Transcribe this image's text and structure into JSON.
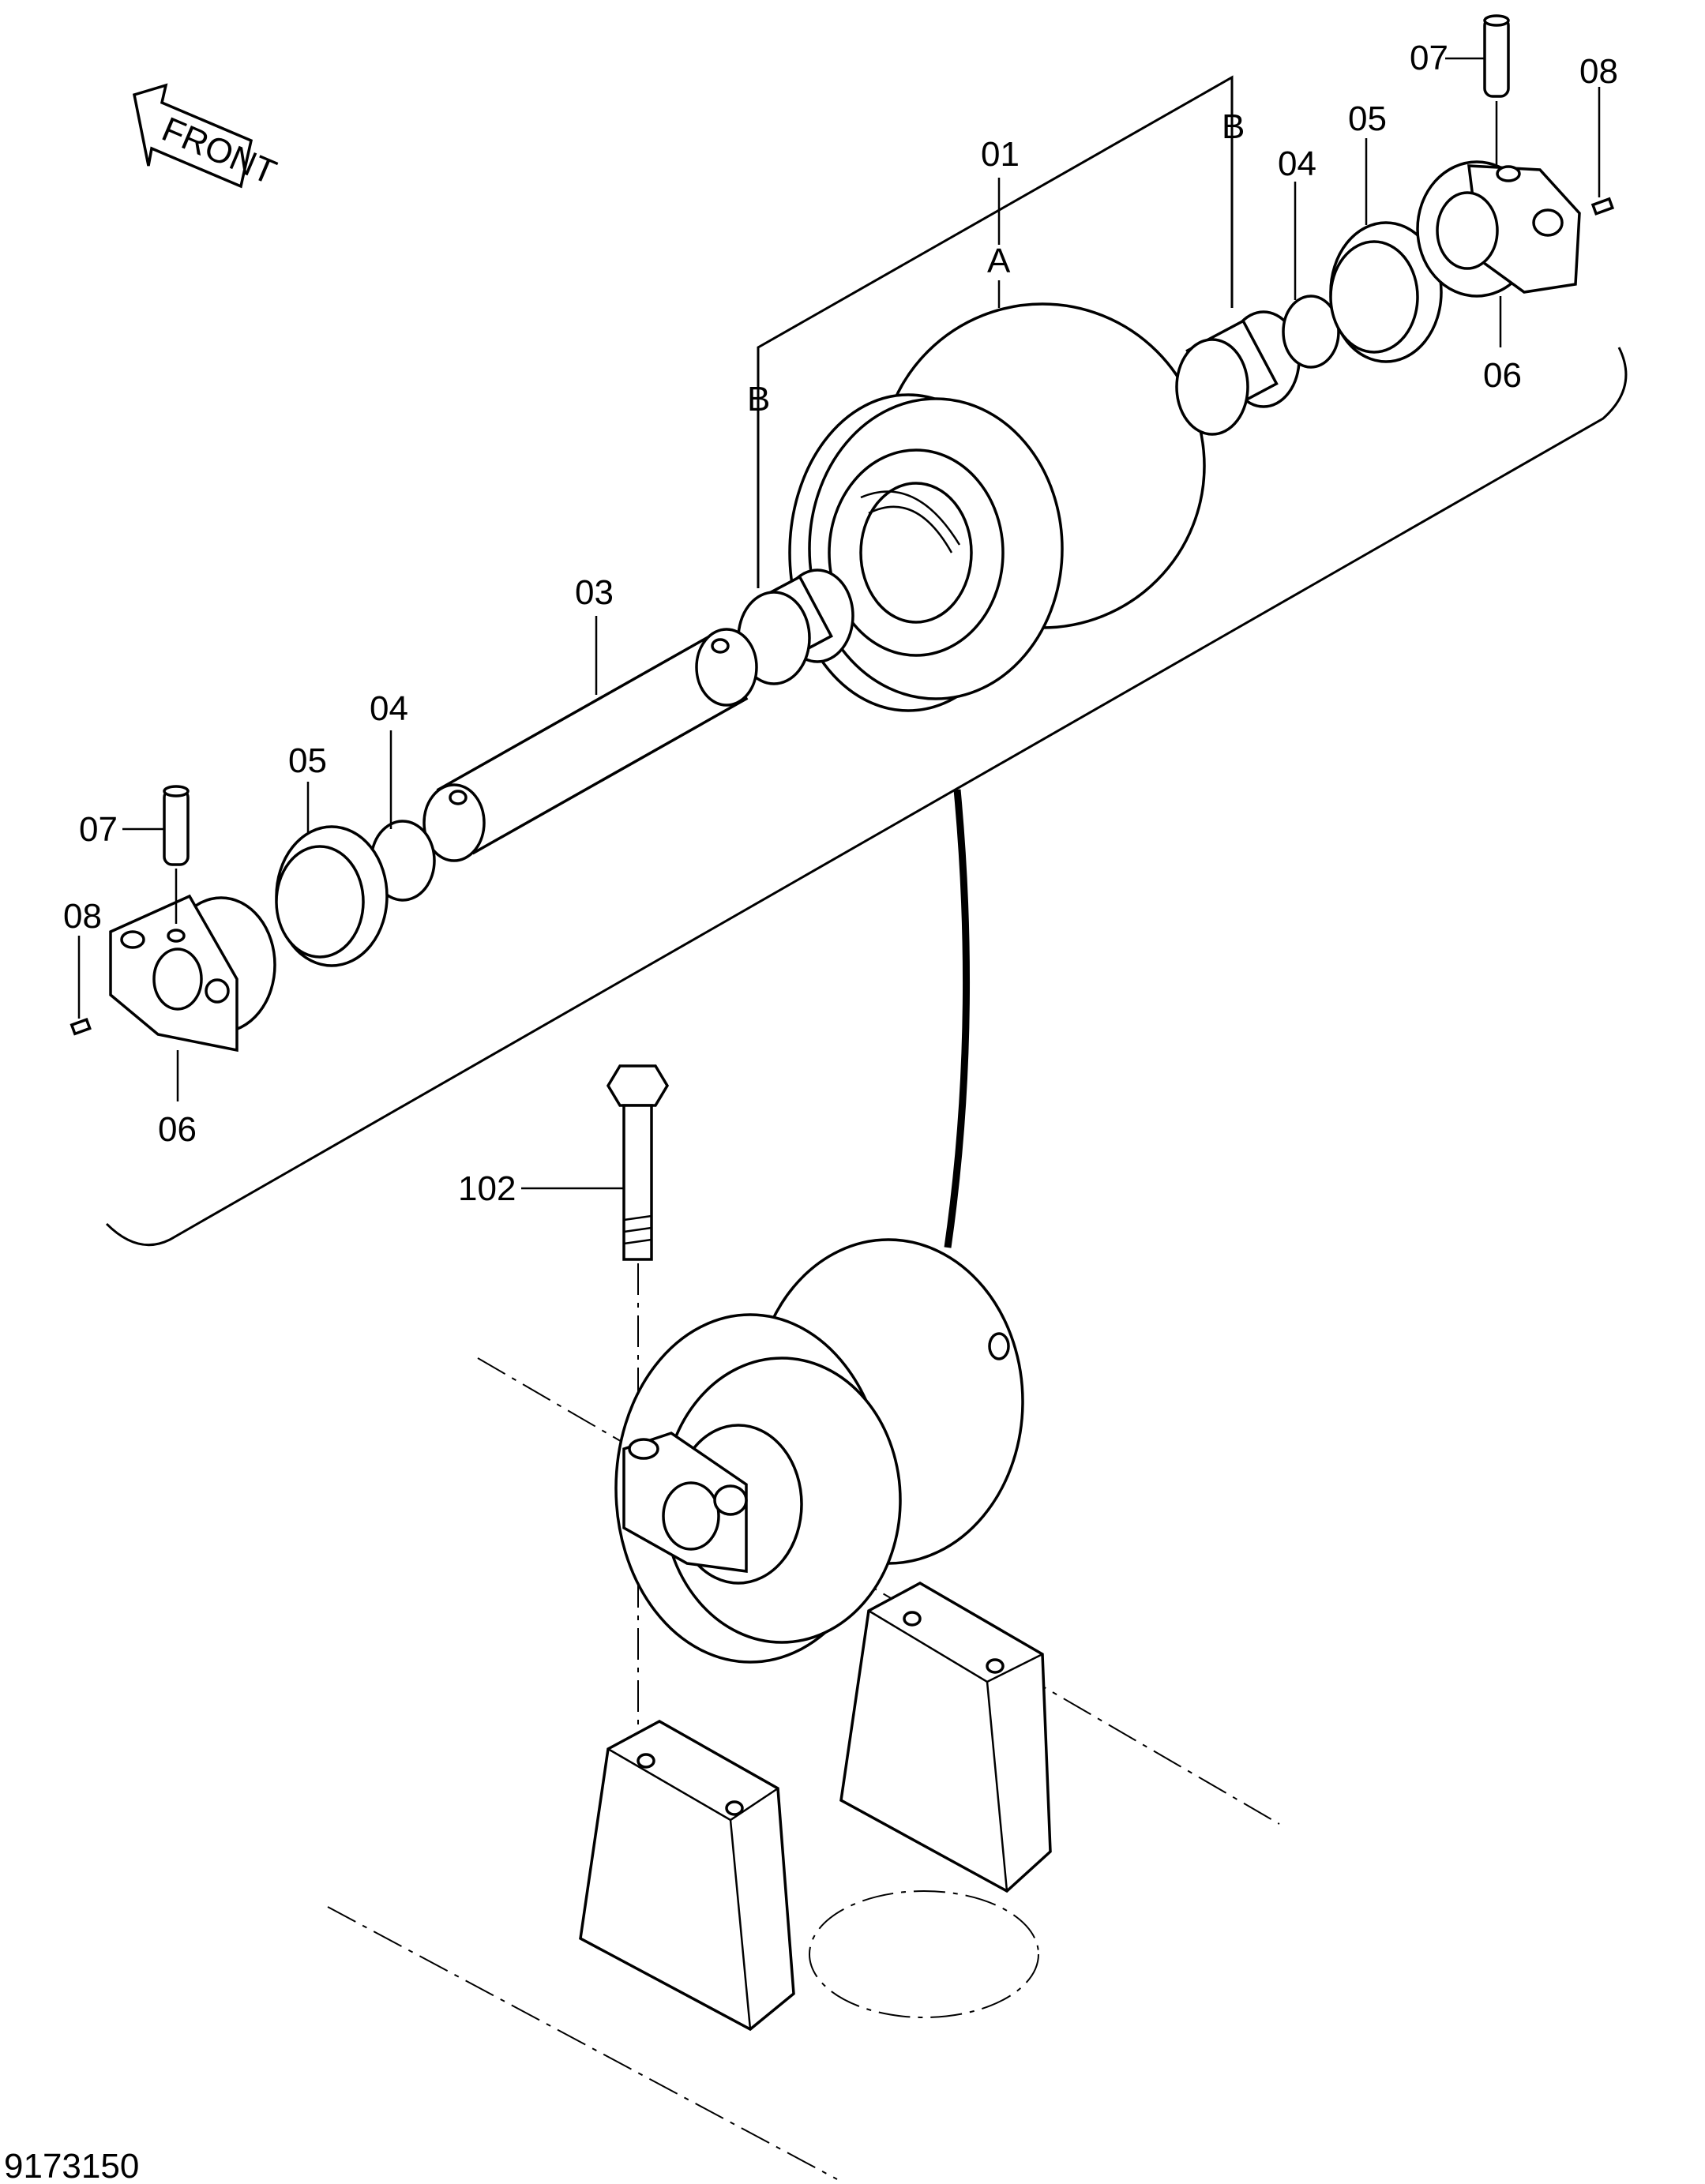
{
  "front_label": "FRONT",
  "drawing_number": "9173150",
  "callouts": {
    "c01": "01",
    "cA": "A",
    "cB_top": "B",
    "cB_left": "B",
    "c03": "03",
    "c04_left": "04",
    "c05_left": "05",
    "c07_left": "07",
    "c08_left": "08",
    "c06_left": "06",
    "c04_right": "04",
    "c05_right": "05",
    "c07_right": "07",
    "c08_right": "08",
    "c06_right": "06",
    "c102": "102"
  }
}
